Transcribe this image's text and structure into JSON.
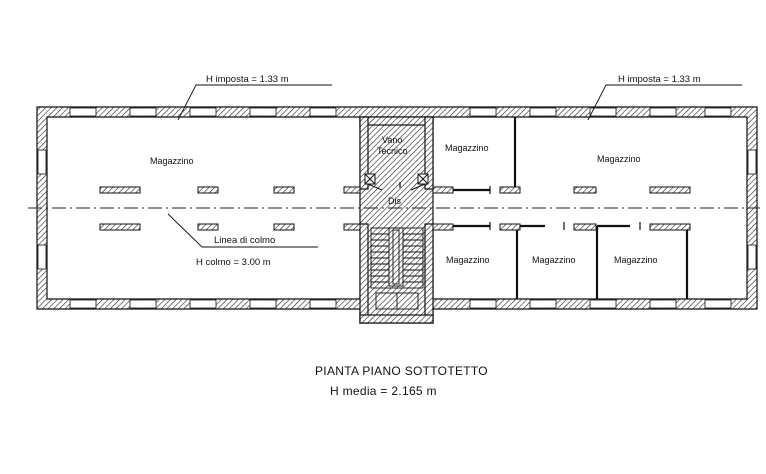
{
  "annotations": {
    "imposta_left": "H imposta = 1.33 m",
    "imposta_right": "H imposta = 1.33 m",
    "ridge_line": "Linea di colmo",
    "ridge_height": "H colmo = 3.00 m"
  },
  "rooms": {
    "magazzino_west": "Magazzino",
    "vano_tecnico_line1": "Vano",
    "vano_tecnico_line2": "Tecnico",
    "magazzino_north_mid": "Magazzino",
    "magazzino_north_east": "Magazzino",
    "corridor": "Dis",
    "magazzino_south_1": "Magazzino",
    "magazzino_south_2": "Magazzino",
    "magazzino_south_3": "Magazzino"
  },
  "caption": {
    "title": "PIANTA PIANO SOTTOTETTO",
    "average_height": "H media = 2.165 m"
  }
}
